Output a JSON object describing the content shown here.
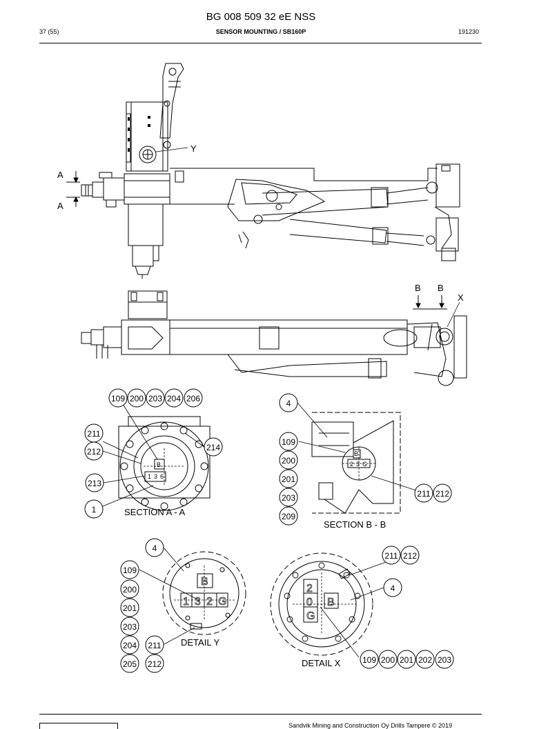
{
  "header": {
    "doc_title": "BG 008 509 32 eE NSS",
    "page": "37 (55)",
    "section": "SENSOR MOUNTING / SB160P",
    "date": "191230"
  },
  "footer": {
    "copyright": "Sandvik Mining and Construction Oy Drills Tampere © 2019"
  },
  "drawing": {
    "view_labels": {
      "y": "Y",
      "a_top": "A",
      "a_bottom": "A",
      "b1": "B",
      "b2": "B",
      "x": "X"
    },
    "captions": {
      "section_aa": "SECTION A - A",
      "section_bb": "SECTION B - B",
      "detail_y": "DETAIL  Y",
      "detail_x": "DETAIL X"
    },
    "plates": {
      "aa": [
        "B",
        "1",
        "3",
        "6"
      ],
      "bb": [
        "B",
        "2",
        "3",
        "G"
      ],
      "y": [
        "B",
        "1",
        "3",
        "2",
        "G"
      ],
      "x": [
        "2",
        "0",
        "G",
        "B"
      ]
    },
    "callouts_aa": {
      "top": [
        "109",
        "200",
        "203",
        "204",
        "206"
      ],
      "c211": "211",
      "c212": "212",
      "c213": "213",
      "c214": "214",
      "c1": "1"
    },
    "callouts_bb": {
      "c4": "4",
      "left": [
        "109",
        "200",
        "201",
        "203",
        "209"
      ],
      "right": [
        "211",
        "212"
      ]
    },
    "callouts_y": {
      "c4": "4",
      "left": [
        "109",
        "200",
        "201",
        "203",
        "204",
        "205"
      ],
      "mid": [
        "211",
        "212"
      ]
    },
    "callouts_x": {
      "top": [
        "211",
        "212"
      ],
      "c4": "4",
      "bottom": [
        "109",
        "200",
        "201",
        "202",
        "203"
      ]
    }
  }
}
